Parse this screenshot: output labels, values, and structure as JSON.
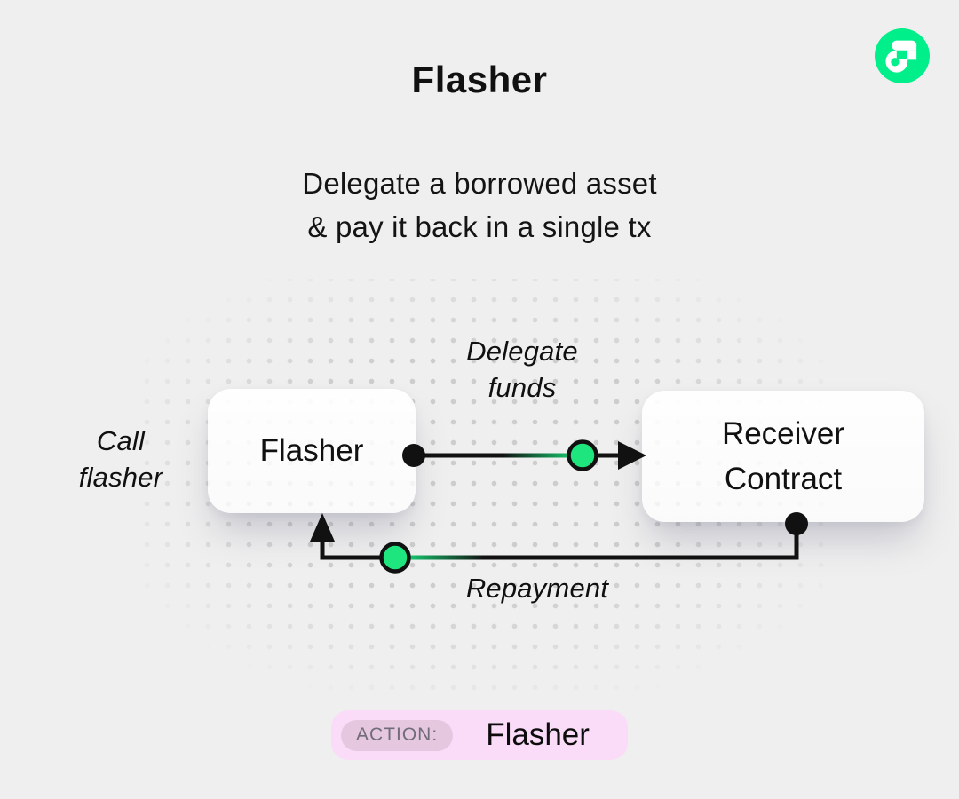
{
  "header": {
    "title": "Flasher",
    "logo": "flow-logo"
  },
  "subtitle": {
    "line1": "Delegate a borrowed asset",
    "line2": "& pay it back in a single tx"
  },
  "diagram": {
    "nodes": [
      {
        "id": "flasher",
        "label": "Flasher"
      },
      {
        "id": "receiver_contract",
        "label": "Receiver Contract"
      }
    ],
    "edges": [
      {
        "from": "Flasher",
        "to": "Receiver Contract",
        "label": "Delegate funds",
        "direction": "right"
      },
      {
        "from": "Receiver Contract",
        "to": "Flasher",
        "label": "Repayment",
        "direction": "left"
      }
    ],
    "labels": {
      "call_flasher": "Call flasher",
      "delegate_funds": "Delegate funds",
      "repayment": "Repayment"
    }
  },
  "action_bar": {
    "badge_label": "ACTION:",
    "value": "Flasher"
  },
  "colors": {
    "background": "#efefef",
    "flow_green": "#00EF8B",
    "marker_green": "#1EE57E",
    "line_black": "#111111",
    "pill_pink": "#FADCF8",
    "badge_pink": "#E5C8E0",
    "dot_gray": "#CDCDCD"
  }
}
